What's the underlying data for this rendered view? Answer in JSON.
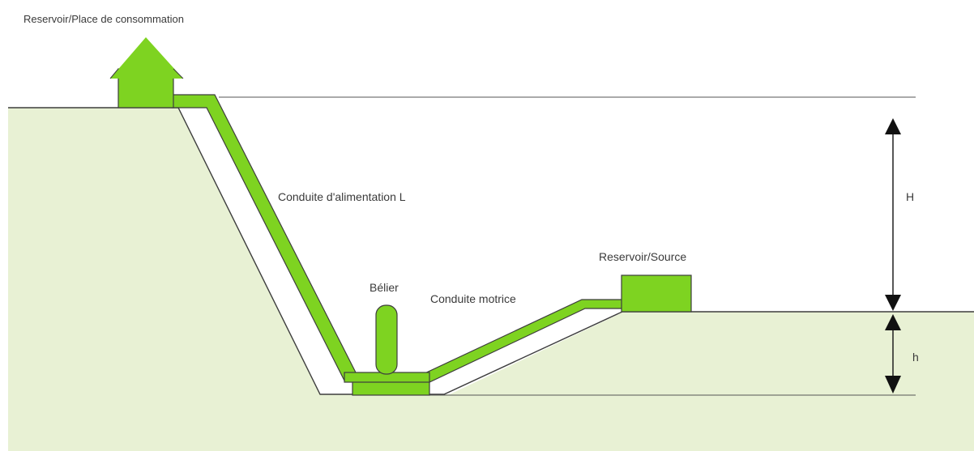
{
  "labels": {
    "top_reservoir": "Reservoir/Place de consommation",
    "supply_pipe": "Conduite d'alimentation L",
    "ram": "Bélier",
    "drive_pipe": "Conduite motrice",
    "source": "Reservoir/Source",
    "height_H": "H",
    "height_h": "h"
  },
  "colors": {
    "ground": "#e8f1d4",
    "pipe": "#7ed321",
    "outline": "#3d3d3d",
    "measure": "#111111"
  }
}
